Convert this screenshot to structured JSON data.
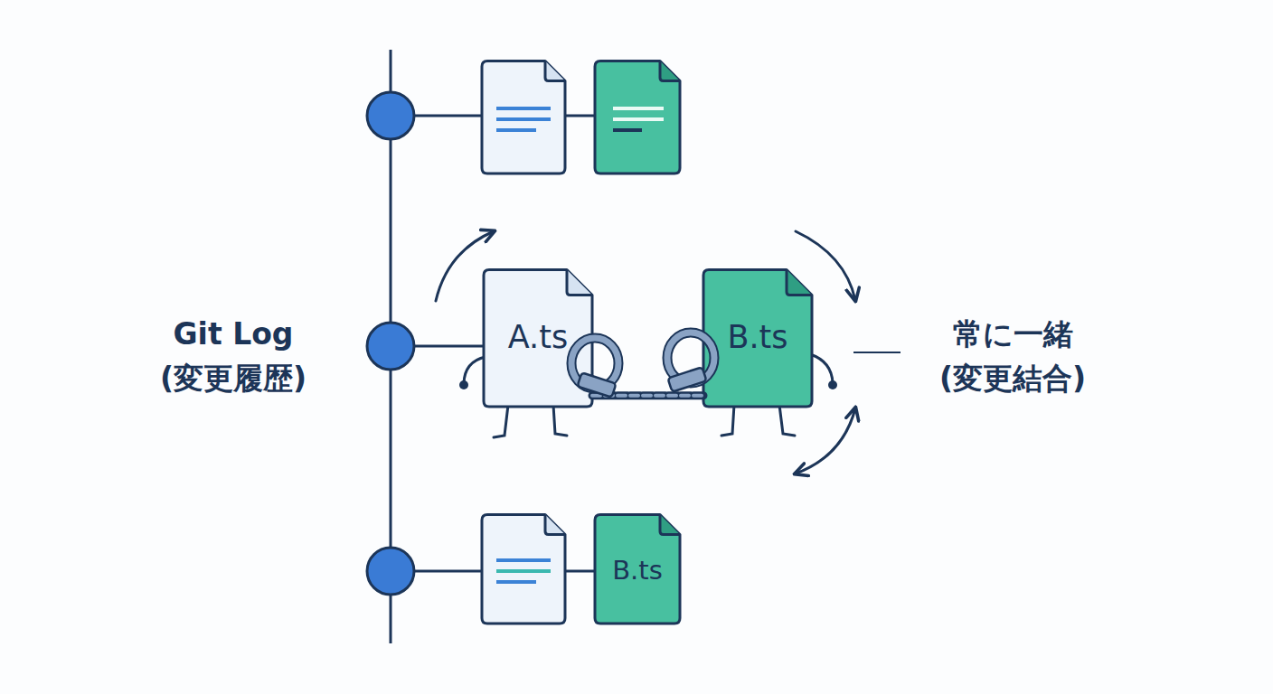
{
  "diagram": {
    "nodes": [
      {
        "text": [
          "A.ts"
        ]
      },
      {
        "text": [
          "B.ts"
        ]
      },
      {
        "text": [
          "B.ts"
        ]
      }
    ],
    "edges": [
      {
        "from": 0,
        "to": 1,
        "arrow": "none"
      }
    ],
    "labels": [
      "Git Log (変更履歴)",
      "常に一緒 (変更結合)"
    ]
  }
}
